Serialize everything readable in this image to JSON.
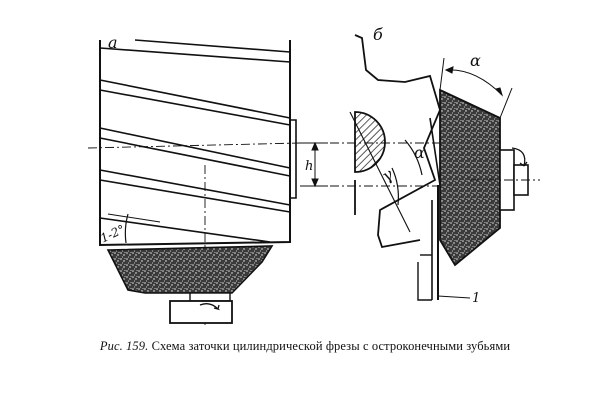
{
  "labels": {
    "view_a": "а",
    "view_b": "б",
    "alpha_top": "α",
    "alpha_mid": "α",
    "gamma": "γ",
    "h": "h",
    "angle": "1-2°",
    "one": "1"
  },
  "caption": {
    "fig_num": "Рис. 159.",
    "text": "Схема заточки цилиндрической фрезы с остроконечными зубьями"
  }
}
